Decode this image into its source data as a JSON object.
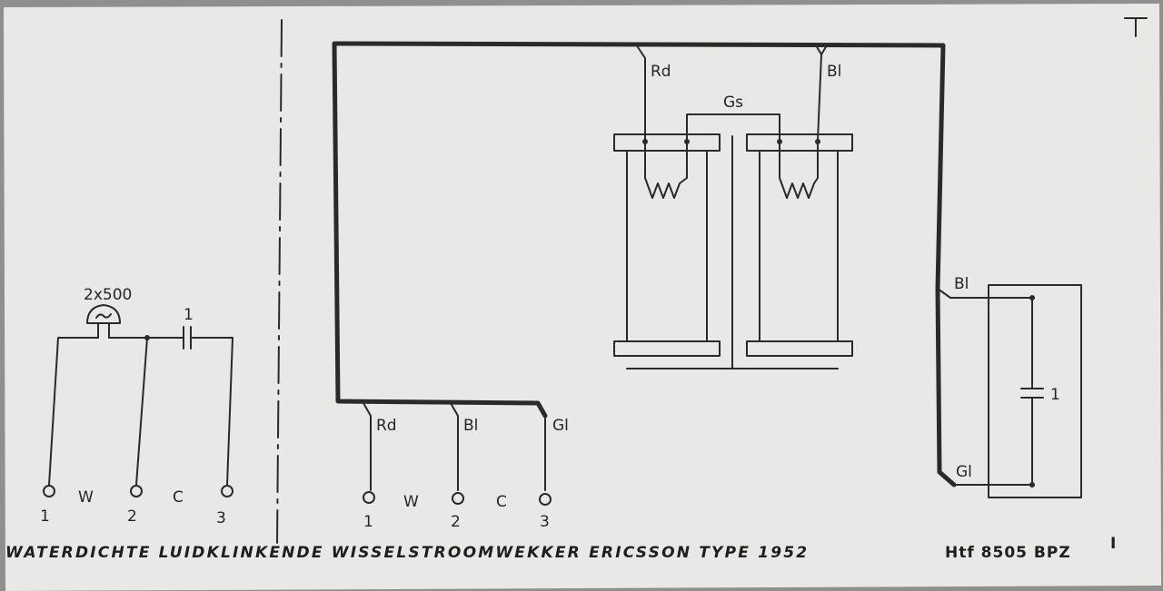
{
  "title": "WATERDICHTE LUIDKLINKENDE WISSELSTROOMWEKKER ERICSSON TYPE 1952",
  "reference": "Htf 8505 BPZ",
  "sheet_mark": "I",
  "schematic": {
    "coil_rating": "2x500",
    "capacitor": "1",
    "terminal_numbers": [
      "1",
      "2",
      "3"
    ],
    "terminal_letters": [
      "W",
      "C"
    ]
  },
  "wiring": {
    "top_left_wire": "Rd",
    "top_right_wire": "Bl",
    "bridge_label": "Gs",
    "bottom_wires": [
      "Rd",
      "Bl",
      "Gl"
    ],
    "terminal_numbers": [
      "1",
      "2",
      "3"
    ],
    "terminal_letters": [
      "W",
      "C"
    ],
    "side_wire_top": "Bl",
    "side_wire_bottom": "Gl",
    "capacitor": "1"
  },
  "colors": {
    "paper": "#e8e8e6",
    "ink": "#2a2a2a",
    "background": "#8f8f8f"
  }
}
